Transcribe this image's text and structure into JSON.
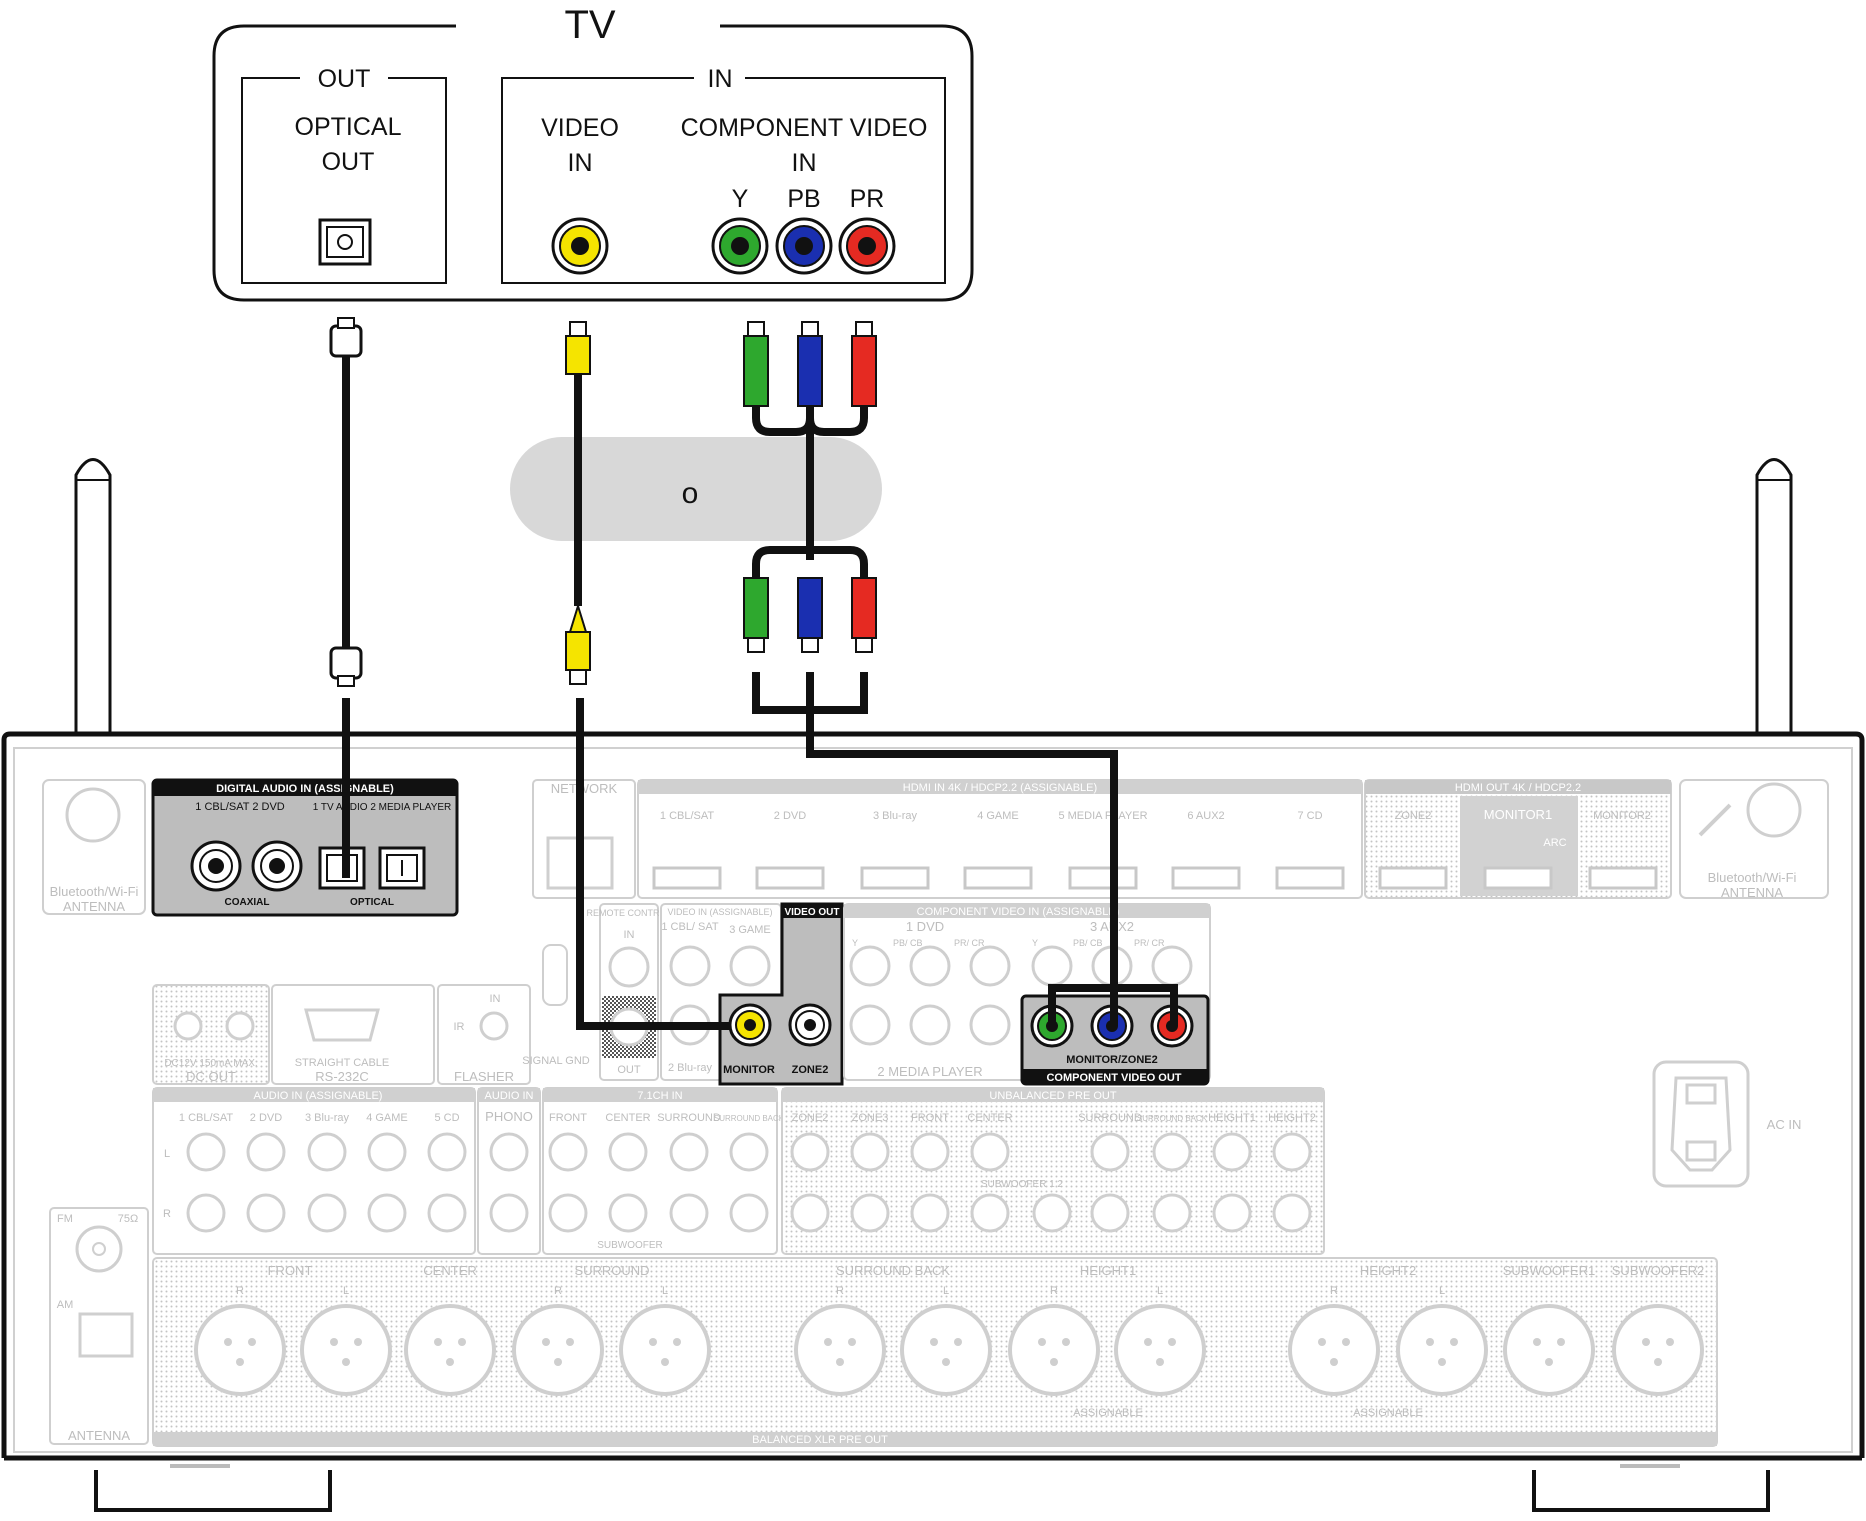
{
  "tv": {
    "title": "TV",
    "out_section": "OUT",
    "optical_out_line1": "OPTICAL",
    "optical_out_line2": "OUT",
    "in_section": "IN",
    "video_in_line1": "VIDEO",
    "video_in_line2": "IN",
    "component_line1": "COMPONENT VIDEO",
    "component_line2": "IN",
    "y": "Y",
    "pb": "PB",
    "pr": "PR"
  },
  "or_label": "o",
  "receiver": {
    "digital_audio_in": "DIGITAL AUDIO IN (ASSIGNABLE)",
    "digital_sub": "1 CBL/SAT   2 DVD",
    "digital_sub2": "1 TV AUDIO  2 MEDIA PLAYER",
    "coaxial": "COAXIAL",
    "optical": "OPTICAL",
    "network": "NETWORK",
    "hdmi_in": "HDMI IN   4K / HDCP2.2  (ASSIGNABLE)",
    "hdmi_in_ports": [
      "1 CBL/SAT",
      "2 DVD",
      "3 Blu-ray",
      "4 GAME",
      "5 MEDIA PLAYER",
      "6 AUX2",
      "7 CD"
    ],
    "hdmi_out": "HDMI OUT   4K / HDCP2.2",
    "hdmi_out_ports": [
      "ZONE2",
      "MONITOR1",
      "MONITOR2"
    ],
    "arc": "ARC",
    "bt_antenna_l1": "Bluetooth/Wi-Fi",
    "bt_antenna_l2": "ANTENNA",
    "remote_control": "REMOTE CONTROL",
    "remote_in": "IN",
    "remote_out": "OUT",
    "video_in_assignable": "VIDEO IN (ASSIGNABLE)",
    "video_in_1": "1 CBL/ SAT",
    "video_in_3": "3 GAME",
    "video_in_2": "2 Blu-ray",
    "video_out": "VIDEO OUT",
    "monitor": "MONITOR",
    "zone2": "ZONE2",
    "component_in": "COMPONENT VIDEO IN (ASSIGNABLE)",
    "component_in_1": "1  DVD",
    "component_in_2": "2  MEDIA PLAYER",
    "component_in_3": "3  AUX2",
    "comp_y": "Y",
    "comp_pb": "PB/ CB",
    "comp_pr": "PR/ CR",
    "monitor_zone2": "MONITOR/ZONE2",
    "component_video_out": "COMPONENT VIDEO OUT",
    "dc_spec": "DC12V 150mA MAX.",
    "dc_out": "DC OUT",
    "straight_cable": "STRAIGHT CABLE",
    "rs232c": "RS-232C",
    "flasher_in": "IN",
    "ir": "IR",
    "flasher": "FLASHER",
    "signal_gnd": "SIGNAL GND",
    "audio_in_assignable": "AUDIO IN (ASSIGNABLE)",
    "audio_in_ports": [
      "1 CBL/SAT",
      "2 DVD",
      "3 Blu-ray",
      "4 GAME",
      "5 CD"
    ],
    "audio_in": "AUDIO IN",
    "phono": "PHONO",
    "ch71_in": "7.1CH IN",
    "ch71_ports": [
      "FRONT",
      "CENTER",
      "SURROUND",
      "SURROUND BACK"
    ],
    "subwoofer": "SUBWOOFER",
    "unbalanced_pre_out": "UNBALANCED PRE OUT",
    "unbal_ports": [
      "ZONE2",
      "ZONE3",
      "FRONT",
      "CENTER",
      "SURROUND",
      "SURROUND BACK",
      "HEIGHT1",
      "HEIGHT2"
    ],
    "subwoofer_12": "SUBWOOFER 1 2",
    "fm": "FM",
    "ohm": "75Ω",
    "am": "AM",
    "antenna": "ANTENNA",
    "xlr_groups": [
      "FRONT",
      "CENTER",
      "SURROUND",
      "SURROUND BACK",
      "HEIGHT1",
      "HEIGHT2",
      "SUBWOOFER1",
      "SUBWOOFER2"
    ],
    "assignable": "ASSIGNABLE",
    "balanced_xlr": "BALANCED XLR PRE OUT",
    "ac_in": "AC IN",
    "r": "R",
    "l": "L"
  },
  "colors": {
    "yellow": "#f5e400",
    "green": "#2ea82e",
    "blue": "#1a2fb0",
    "red": "#e52a22",
    "gray": "#c8c8c8",
    "dark": "#1a1a1a"
  }
}
